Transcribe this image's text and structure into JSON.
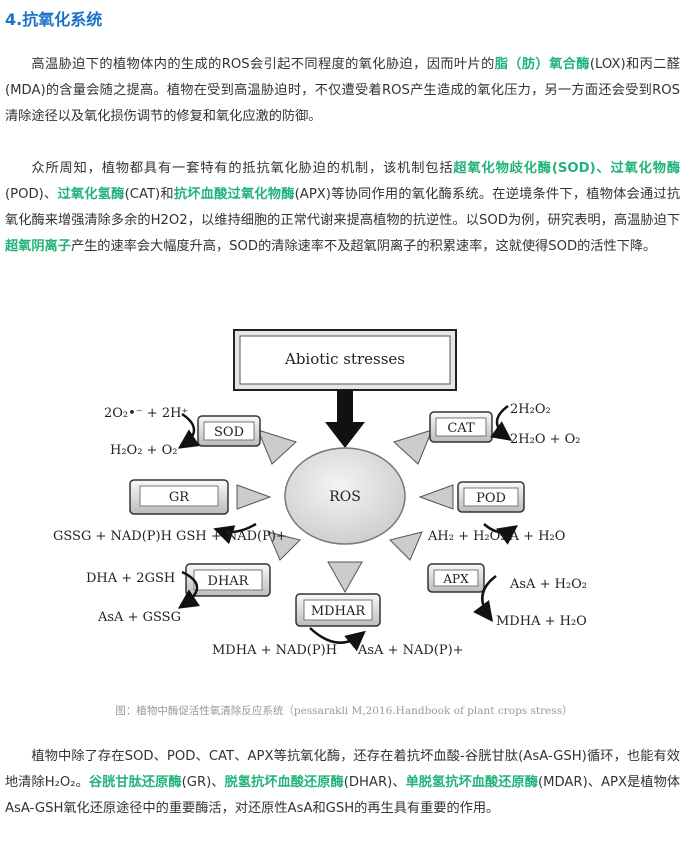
{
  "heading": "4.抗氧化系统",
  "para1": {
    "t1": "高温胁迫下的植物体内的生成的ROS会引起不同程度的氧化胁迫，因而叶片的",
    "g1": "脂（肪）氧合酶",
    "t2": "(LOX)和丙二醛(MDA)的含量会随之提高。植物在受到高温胁迫时，不仅遭受着ROS产生造成的氧化压力，另一方面还会受到ROS清除途径以及氧化损伤调节的修复和氧化应激的防御。"
  },
  "para2": {
    "t1": "众所周知，植物都具有一套特有的抵抗氧化胁迫的机制，该机制包括",
    "g1": "超氧化物歧化酶",
    "t2": "(SOD)、",
    "g2": "过氧化物酶",
    "t3": "(POD)、",
    "g3": "过氧化氢酶",
    "t4": "(CAT)和",
    "g4": "抗坏血酸过氧化物酶",
    "t5": "(APX)等协同作用的氧化酶系统。在逆境条件下，植物体会通过抗氧化酶来增强清除多余的H2O2，以维持细胞的正常代谢来提高植物的抗逆性。以SOD为例，研究表明，高温胁迫下",
    "g5": "超氧阴离子",
    "t6": "产生的速率会大幅度升高，SOD的清除速率不及超氧阴离子的积累速率，这就使得SOD的活性下降。"
  },
  "diagram": {
    "stress_label": "Abiotic stresses",
    "center_label": "ROS",
    "enzymes": {
      "sod": "SOD",
      "cat": "CAT",
      "gr": "GR",
      "pod": "POD",
      "dhar": "DHAR",
      "apx": "APX",
      "mdhar": "MDHAR"
    },
    "reactions": {
      "sod_in": "2O₂•⁻ + 2H⁺",
      "sod_out": "H₂O₂ + O₂",
      "cat_in": "2H₂O₂",
      "cat_out": "2H₂O + O₂",
      "gr_line": "GSSG + NAD(P)H  GSH + NAD(P)+",
      "pod_line": "AH₂ + H₂O₂   A + H₂O",
      "dhar_in": "DHA + 2GSH",
      "dhar_out": "AsA + GSSG",
      "apx_in": "AsA + H₂O₂",
      "apx_out": "MDHA + H₂O",
      "mdhar_left": "MDHA + NAD(P)H",
      "mdhar_right": "AsA + NAD(P)+"
    }
  },
  "caption": "图：植物中酶促活性氧清除反应系统（pessarakli M,2016.Handbook of plant crops stress）",
  "para3": {
    "t1": "植物中除了存在SOD、POD、CAT、APX等抗氧化酶，还存在着抗坏血酸-谷胱甘肽(AsA-GSH)循环，也能有效地清除H₂O₂。",
    "g1": "谷胱甘肽还原酶",
    "t2": "(GR)、",
    "g2": "脱氢抗坏血酸还原酶",
    "t3": "(DHAR)、",
    "g3": "单脱氢抗坏血酸还原酶",
    "t4": "(MDAR)、APX是植物体AsA-GSH氧化还原途径中的重要酶活，对还原性AsA和GSH的再生具有重要的作用。"
  },
  "colors": {
    "heading": "#1a73c8",
    "highlight": "#22b37a",
    "text": "#333333"
  }
}
